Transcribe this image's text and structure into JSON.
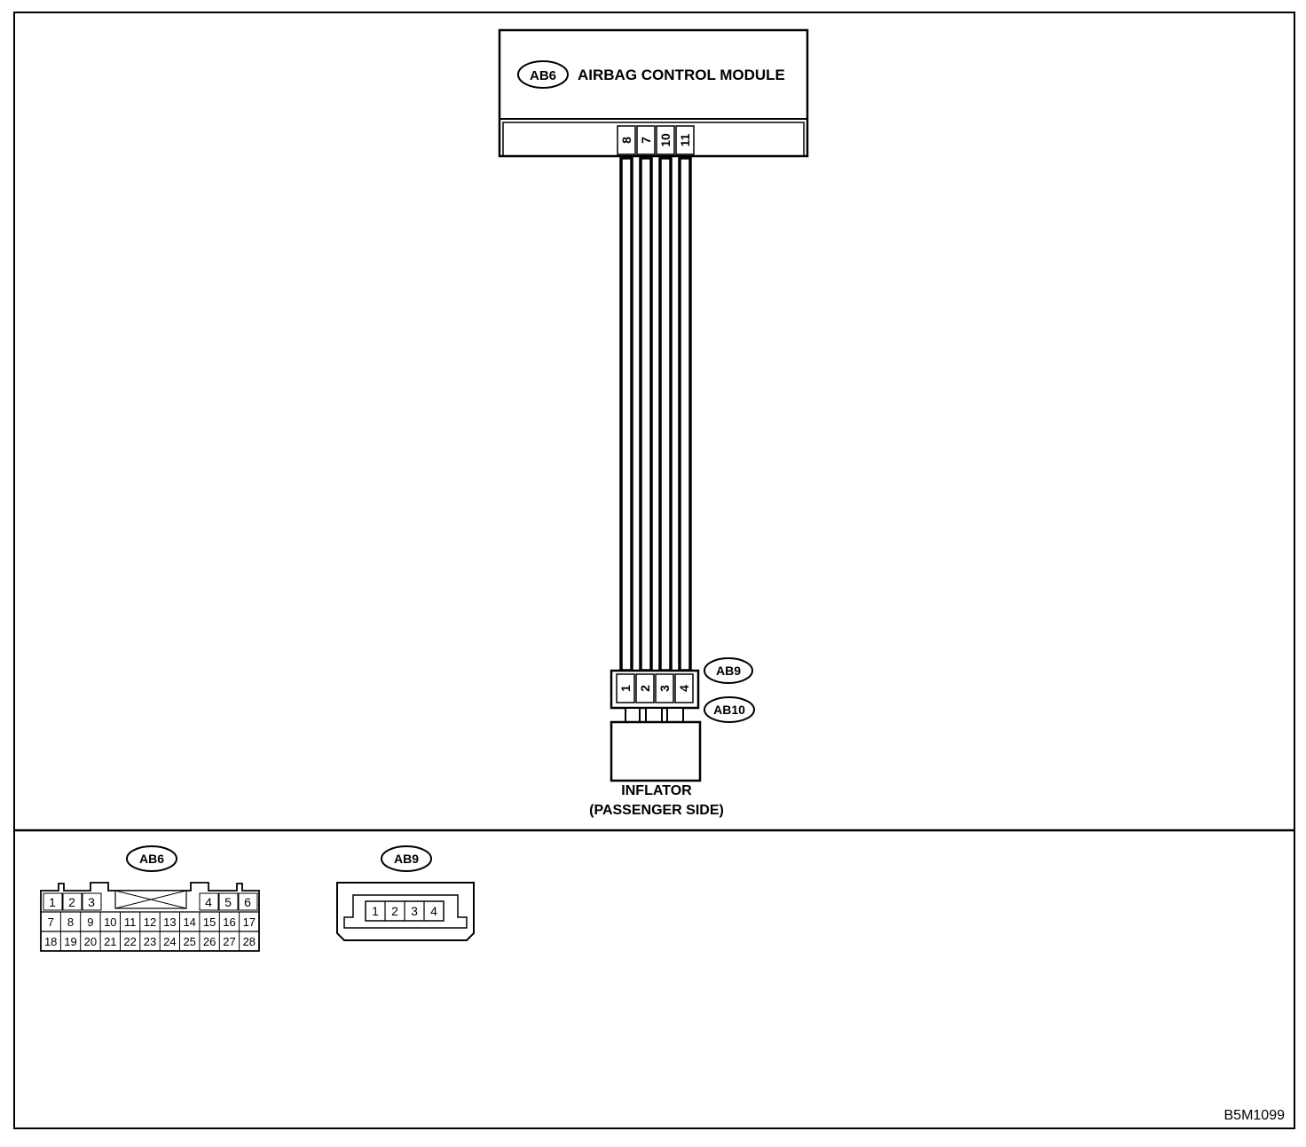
{
  "module": {
    "connector_tag": "AB6",
    "title": "AIRBAG CONTROL MODULE",
    "pins": [
      "8",
      "7",
      "10",
      "11"
    ]
  },
  "harness_connector": {
    "tag_top": "AB9",
    "tag_bottom": "AB10",
    "pins": [
      "1",
      "2",
      "3",
      "4"
    ]
  },
  "inflator": {
    "label_line1": "INFLATOR",
    "label_line2": "(PASSENGER SIDE)"
  },
  "connector_views": {
    "ab6": {
      "tag": "AB6",
      "row1_left": [
        "1",
        "2",
        "3"
      ],
      "row1_right": [
        "4",
        "5",
        "6"
      ],
      "row2": [
        "7",
        "8",
        "9",
        "10",
        "11",
        "12",
        "13",
        "14",
        "15",
        "16",
        "17"
      ],
      "row3": [
        "18",
        "19",
        "20",
        "21",
        "22",
        "23",
        "24",
        "25",
        "26",
        "27",
        "28"
      ]
    },
    "ab9": {
      "tag": "AB9",
      "pins": [
        "1",
        "2",
        "3",
        "4"
      ]
    }
  },
  "figure_code": "B5M1099"
}
